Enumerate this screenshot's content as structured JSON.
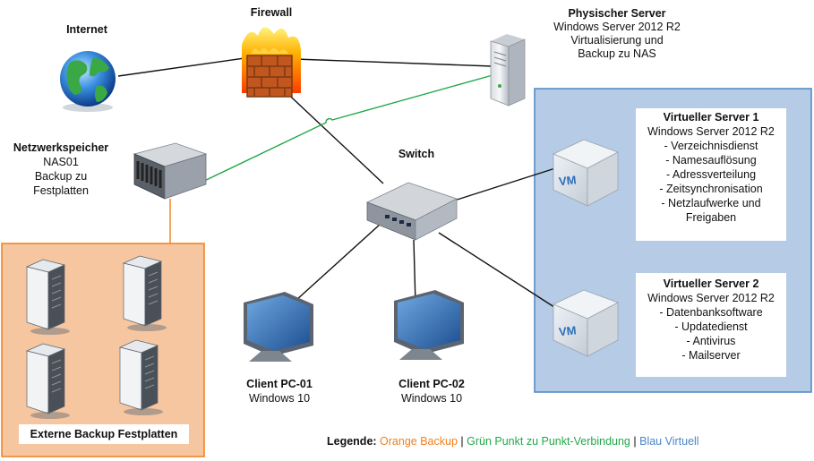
{
  "nodes": {
    "internet": {
      "title": "Internet"
    },
    "firewall": {
      "title": "Firewall"
    },
    "physical_server": {
      "title": "Physischer Server",
      "lines": [
        "Windows Server 2012 R2",
        "Virtualisierung und",
        "Backup zu NAS"
      ]
    },
    "nas": {
      "title": "Netzwerkspeicher",
      "lines": [
        "NAS01",
        "Backup zu",
        "Festplatten"
      ]
    },
    "switch": {
      "title": "Switch"
    },
    "client1": {
      "title": "Client PC-01",
      "lines": [
        "Windows 10"
      ]
    },
    "client2": {
      "title": "Client PC-02",
      "lines": [
        "Windows 10"
      ]
    }
  },
  "vm_icon_label": "VM",
  "virtual_servers": [
    {
      "title": "Virtueller Server 1",
      "lines": [
        "Windows Server 2012 R2",
        "- Verzeichnisdienst",
        "- Namesauflösung",
        "- Adressverteilung",
        "- Zeitsynchronisation",
        "- Netzlaufwerke und",
        "Freigaben"
      ]
    },
    {
      "title": "Virtueller Server 2",
      "lines": [
        "Windows Server 2012 R2",
        "- Datenbanksoftware",
        "- Updatedienst",
        "- Antivirus",
        "- Mailserver"
      ]
    }
  ],
  "backup_box": {
    "label": "Externe Backup Festplatten"
  },
  "legend": {
    "title": "Legende:",
    "items": [
      {
        "text": "Orange Backup",
        "color": "#f07f1e"
      },
      {
        "text": "Grün Punkt zu Punkt-Verbindung",
        "color": "#22a84a"
      },
      {
        "text": "Blau Virtuell",
        "color": "#4a86c8"
      }
    ],
    "separator": "|"
  },
  "colors": {
    "orange_fill": "#f6c6a0",
    "orange_line": "#f07f1e",
    "blue_fill": "#b5cbe6",
    "blue_line": "#4a86c8",
    "green_line": "#22a84a"
  }
}
